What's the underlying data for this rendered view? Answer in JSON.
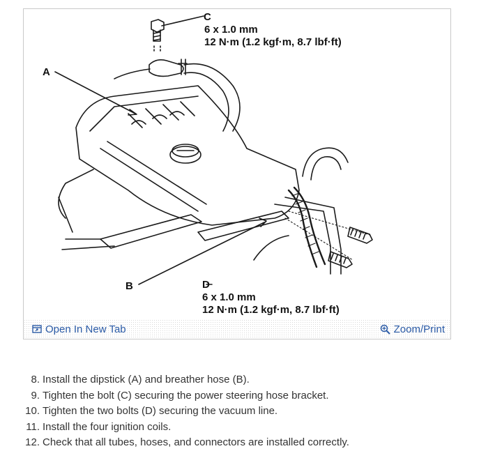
{
  "figure": {
    "callouts": {
      "a": "A",
      "b": "B",
      "c": "C",
      "d": "D"
    },
    "spec_c": {
      "size": "6 x 1.0 mm",
      "torque": "12 N·m (1.2 kgf·m, 8.7 lbf·ft)"
    },
    "spec_d": {
      "size": "6 x 1.0 mm",
      "torque": "12 N·m (1.2 kgf·m, 8.7 lbf·ft)"
    }
  },
  "toolbar": {
    "open_tab_label": "Open In New Tab",
    "zoom_print_label": "Zoom/Print",
    "link_color": "#2a5aa6"
  },
  "steps": [
    {
      "num": "8.",
      "text": "Install the dipstick (A) and breather hose (B)."
    },
    {
      "num": "9.",
      "text": "Tighten the bolt (C) securing the power steering hose bracket."
    },
    {
      "num": "10.",
      "text": "Tighten the two bolts (D) securing the vacuum line."
    },
    {
      "num": "11.",
      "text": "Install the four ignition coils."
    },
    {
      "num": "12.",
      "text": "Check that all tubes, hoses, and connectors are installed correctly."
    }
  ]
}
